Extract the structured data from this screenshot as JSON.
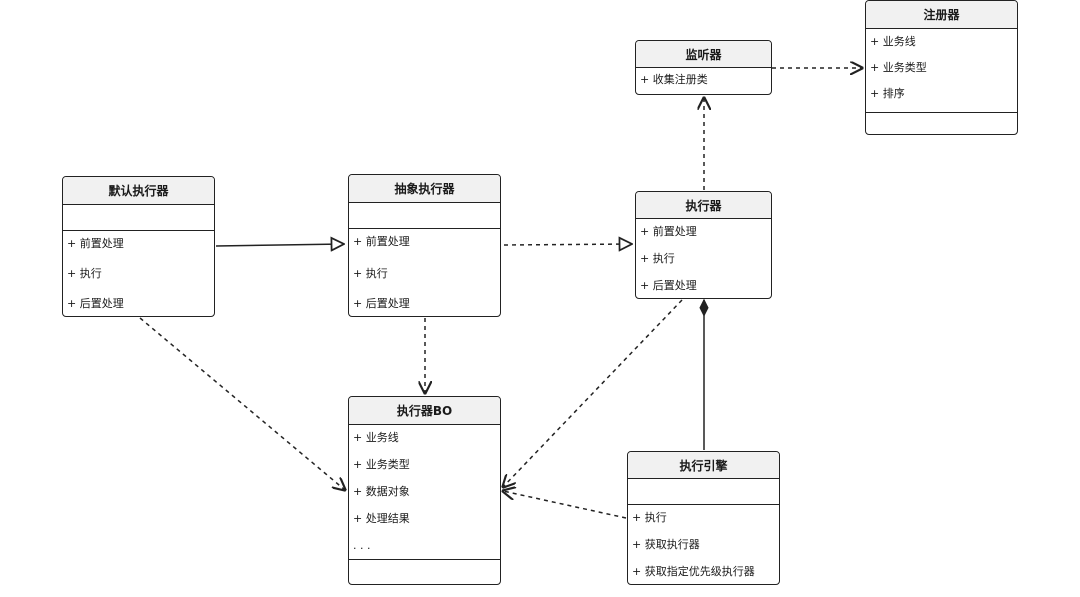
{
  "classes": {
    "registry": {
      "name": "注册器",
      "attributes": [
        "+ 业务线",
        "+ 业务类型",
        "+ 排序"
      ],
      "operations": []
    },
    "listener": {
      "name": "监听器",
      "attributes": [],
      "operations": [
        "+ 收集注册类"
      ]
    },
    "default_executor": {
      "name": "默认执行器",
      "attributes": [],
      "operations": [
        "+ 前置处理",
        "+ 执行",
        "+ 后置处理"
      ]
    },
    "abstract_executor": {
      "name": "抽象执行器",
      "attributes": [],
      "operations": [
        "+ 前置处理",
        "+ 执行",
        "+ 后置处理"
      ]
    },
    "executor": {
      "name": "执行器",
      "attributes": [],
      "operations": [
        "+ 前置处理",
        "+ 执行",
        "+ 后置处理"
      ]
    },
    "executor_bo": {
      "name": "执行器BO",
      "attributes": [
        "+ 业务线",
        "+ 业务类型",
        "+ 数据对象",
        "+ 处理结果",
        ". . ."
      ],
      "operations": []
    },
    "engine": {
      "name": "执行引擎",
      "attributes": [],
      "operations": [
        "+ 执行",
        "+ 获取执行器",
        "+ 获取指定优先级执行器"
      ]
    }
  },
  "relations": [
    {
      "from": "default_executor",
      "to": "abstract_executor",
      "kind": "generalization"
    },
    {
      "from": "abstract_executor",
      "to": "executor",
      "kind": "realization"
    },
    {
      "from": "executor",
      "to": "listener",
      "kind": "dependency"
    },
    {
      "from": "listener",
      "to": "registry",
      "kind": "dependency"
    },
    {
      "from": "abstract_executor",
      "to": "executor_bo",
      "kind": "dependency"
    },
    {
      "from": "default_executor",
      "to": "executor_bo",
      "kind": "dependency"
    },
    {
      "from": "executor",
      "to": "executor_bo",
      "kind": "dependency"
    },
    {
      "from": "engine",
      "to": "executor_bo",
      "kind": "dependency"
    },
    {
      "from": "engine",
      "to": "executor",
      "kind": "composition"
    }
  ]
}
